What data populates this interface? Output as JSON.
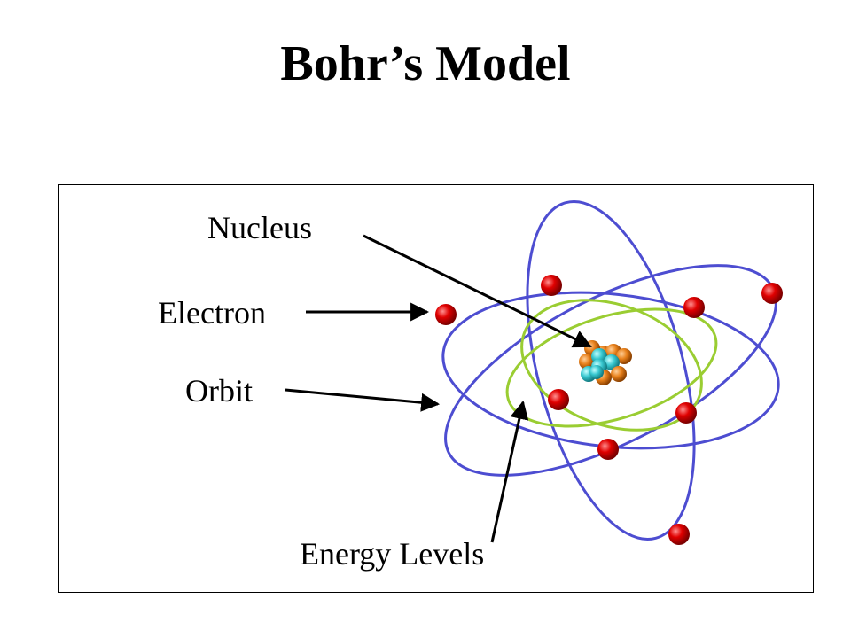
{
  "title": "Bohr’s Model",
  "labels": {
    "nucleus": "Nucleus",
    "electron": "Electron",
    "orbit": "Orbit",
    "energy_levels": "Energy Levels"
  },
  "colors": {
    "outer_orbit": "#4d4dd1",
    "inner_orbit": "#9acd32",
    "electron": "#e00000",
    "proton": "#e8801a",
    "neutron": "#38c8d0",
    "arrow": "#000000",
    "frame": "#000000"
  }
}
